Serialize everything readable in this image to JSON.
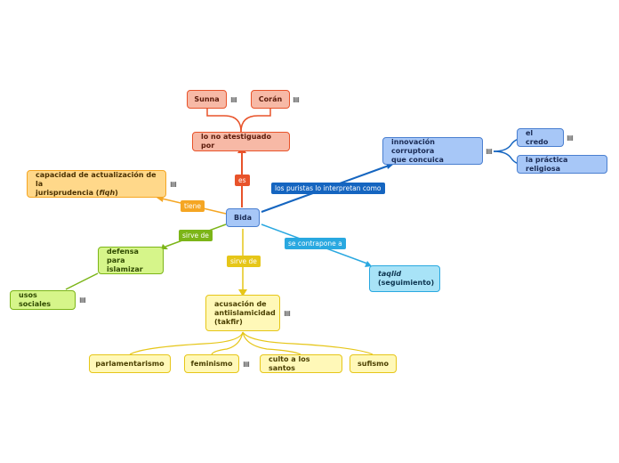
{
  "center": {
    "label": "Bida"
  },
  "nodes": {
    "sunna": "Sunna",
    "coran": "Corán",
    "lo_no_atestiguado": "lo no atestiguado por",
    "innovacion": "innovación corruptora\nque concuica",
    "el_credo": "el credo",
    "practica": "la práctica religiosa",
    "capacidad_a": "capacidad de actualización de la",
    "capacidad_b": "jurisprudencia (",
    "capacidad_fiqh": "fiqh",
    "capacidad_c": ")",
    "defensa": "defensa para\nislamizar",
    "usos": "usos sociales",
    "taqlid": "taqlid",
    "seguimiento": "(seguimiento)",
    "acusacion": "acusación de\nantiislamicidad\n(takfir)",
    "parlamentarismo": "parlamentarismo",
    "feminismo": "feminismo",
    "culto": "culto a los santos",
    "sufismo": "sufismo"
  },
  "links": {
    "es": "es",
    "puristas": "los puristas lo interpretan como",
    "tiene": "tiene",
    "sirve_de_1": "sirve de",
    "sirve_de_2": "sirve de",
    "contrapone": "se contrapone a"
  },
  "icons": {
    "collapse": "collapse-icon"
  },
  "colors": {
    "red": "#e8532a",
    "blue": "#1565c0",
    "lightblue": "#29a8e0",
    "orange": "#f5a623",
    "green": "#7cb518",
    "yellow": "#e6c619"
  }
}
